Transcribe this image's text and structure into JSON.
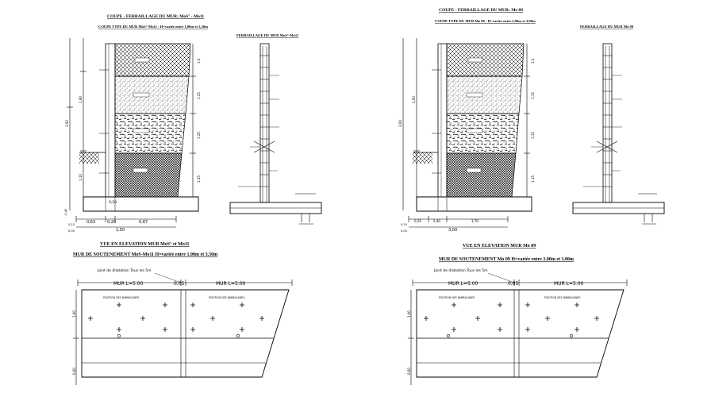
{
  "sheet": {
    "left": {
      "section_title": "COUPE - FERRAILLAGE DU MUR: MoS° - Mo11",
      "section_subtitle": "COUPE TYPE DU MUR MoS°-Mo11 : H=variée entre 1,00m et 3,50m",
      "reinf_title": "FERRAILLAGE DU MUR MoS°-Mo11",
      "dims_left": [
        "3,50",
        "1,90",
        "1,10"
      ],
      "dims_right": [
        "1,0",
        "1,25",
        "1,25",
        "1,25"
      ],
      "bottom_dims": [
        "0,63",
        "0,20",
        "0,87"
      ],
      "bottom_total": "1,50",
      "level_marks": [
        "0,20",
        "-0,40",
        "0,10",
        "0,00"
      ],
      "elevation_title": "VUE EN ELEVATION MUR MoS° et Mo11",
      "elevation_subtitle": "MUR DE SOUTENEMENT MoS-Mo11 H=variée entre 1.00m et 3.50m",
      "joint_label": "Joint de dilatation Tous les 5m",
      "span_left": "MUR L=5.00",
      "joint_width": "0,05",
      "span_right": "MUR L=5.00",
      "panel_labels": [
        "POSITION DES BARBACANES",
        "POSITION DES BARBACANES"
      ],
      "elev_height": "1,00",
      "elev_bottom": "0,60"
    },
    "right": {
      "section_title": "COUPE - FERRAILLAGE DU MUR: Mo 09",
      "section_subtitle": "COUPE TYPE DU MUR Mo 09 : H=variée entre 2,00m et 3,00m",
      "reinf_title": "FERRAILLAGE DU MUR Mo 09",
      "dims_left": [
        "3,00",
        "2,00"
      ],
      "dims_right": [
        "1,0",
        "1,15",
        "1,15",
        "1,15"
      ],
      "bottom_dims": [
        "0,20",
        "0,40",
        "1,70"
      ],
      "bottom_total": "3,00",
      "level_marks": [
        "0,10",
        "0,00"
      ],
      "elevation_title": "VUE EN ELEVATION MUR Mo 09",
      "elevation_subtitle": "MUR DE SOUTENEMENT Mo 09 H=variée entre 2.00m et 3.00m",
      "joint_label": "Joint de dilatation Tous les 5m",
      "span_left": "MUR L=5.00",
      "joint_width": "0,05",
      "span_right": "MUR L=5.00",
      "panel_labels": [
        "POSITION DES BARBACANES",
        "POSITION DES BARBACANES"
      ],
      "elev_height": "1,00",
      "elev_bottom": "0,60"
    }
  }
}
